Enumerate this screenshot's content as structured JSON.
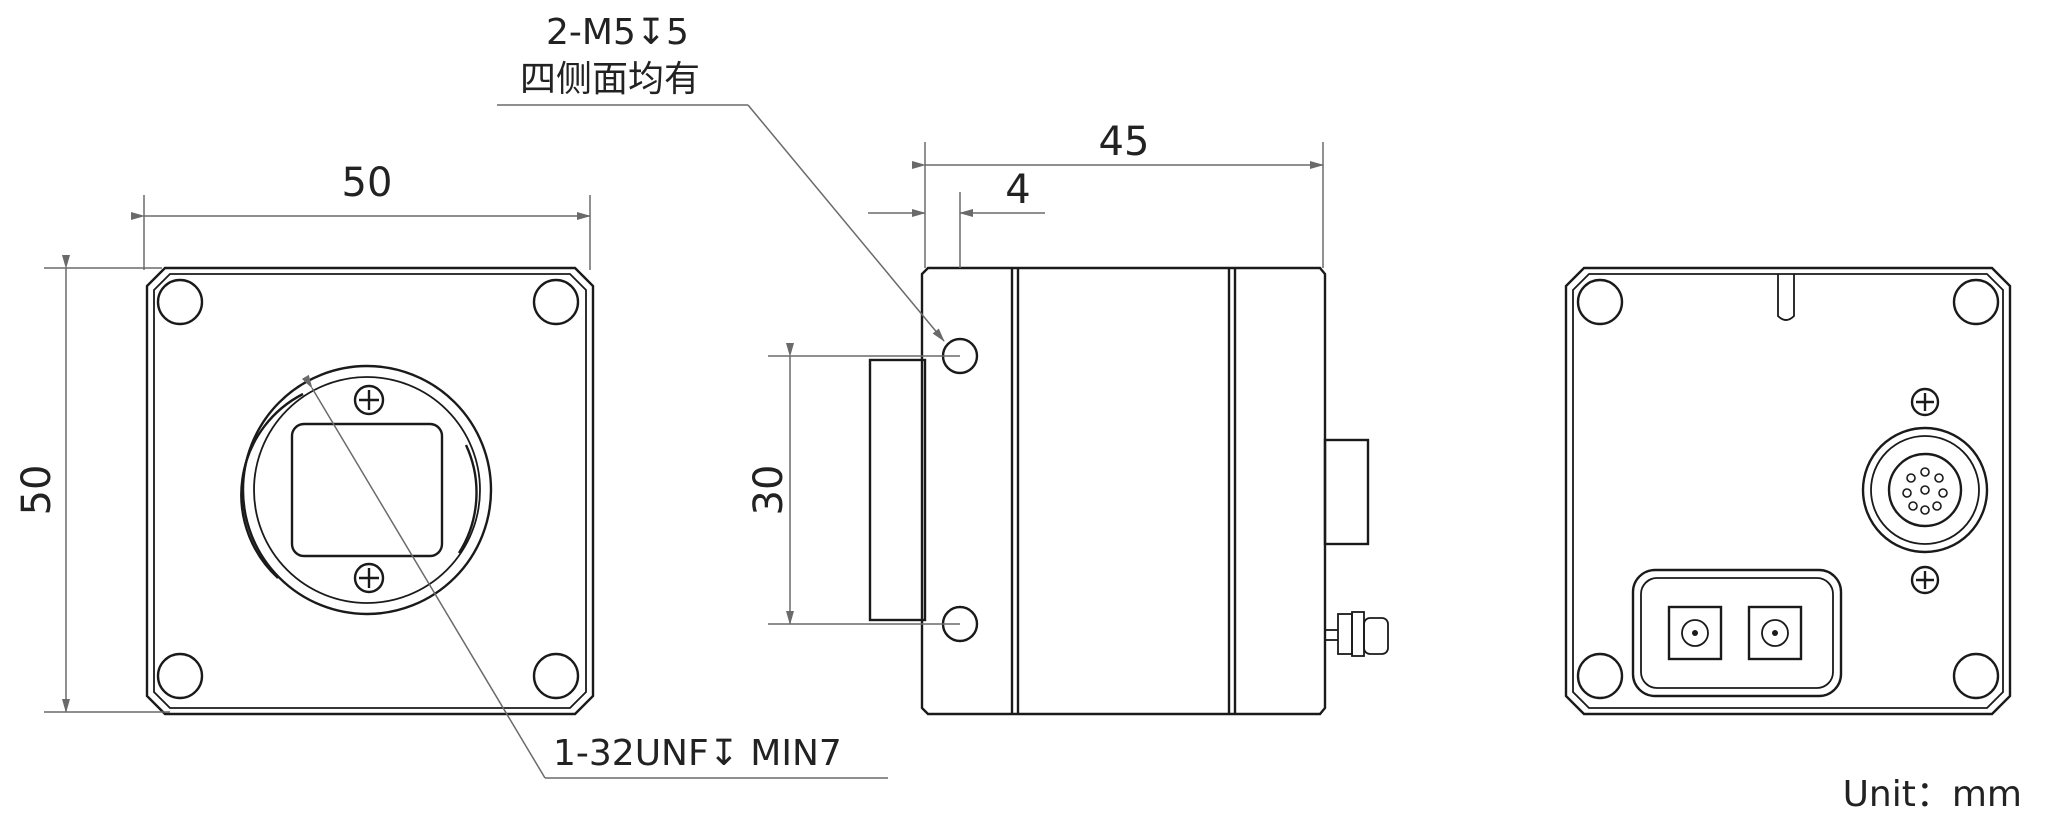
{
  "dimensions": {
    "front_width": "50",
    "front_height": "50",
    "side_length": "45",
    "side_flange": "4",
    "side_hole_spacing": "30"
  },
  "callouts": {
    "mount_holes_spec": "2-M5↧5",
    "mount_holes_note": "四侧面均有",
    "lens_mount_spec": "1-32UNF↧ MIN7"
  },
  "unit_label": "Unit：mm",
  "colors": {
    "line": "#1a1a1a",
    "dimension": "#6a6a6a",
    "background": "#ffffff"
  },
  "views": [
    "front-view",
    "side-view",
    "rear-view"
  ]
}
